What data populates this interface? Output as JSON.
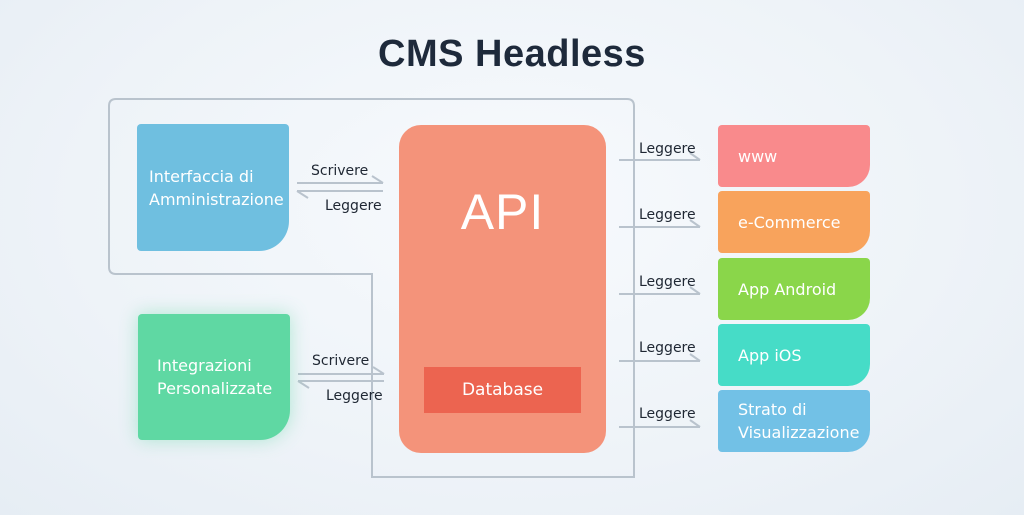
{
  "title": "CMS Headless",
  "nodes": {
    "admin": [
      "Interfaccia di",
      "Amministrazione"
    ],
    "integrations": [
      "Integrazioni",
      "Personalizzate"
    ],
    "api": "API",
    "database": "Database",
    "outputs": {
      "www": [
        "www"
      ],
      "ecommerce": [
        "e-Commerce"
      ],
      "android": [
        "App Android"
      ],
      "ios": [
        "App iOS"
      ],
      "strato": [
        "Strato di",
        "Visualizzazione"
      ]
    }
  },
  "edges": {
    "admin_write": "Scrivere",
    "admin_read": "Leggere",
    "integr_write": "Scrivere",
    "integr_read": "Leggere",
    "out_read": [
      "Leggere",
      "Leggere",
      "Leggere",
      "Leggere",
      "Leggere"
    ]
  },
  "colors": {
    "title": "#1e2a3b",
    "admin": "#6fbfe0",
    "integrations": "#5fd8a3",
    "api": "#f4937a",
    "database": "#ec6450",
    "www": "#f98a8c",
    "ecommerce": "#f8a35c",
    "android": "#8ad64a",
    "ios": "#46dcc7",
    "strato": "#72c1e6",
    "connector": "#b9c3cd"
  }
}
